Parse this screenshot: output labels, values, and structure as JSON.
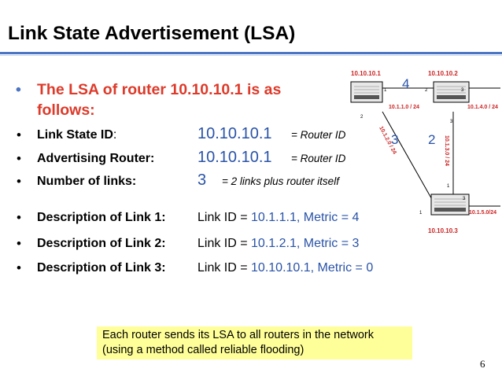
{
  "title": "Link State Advertisement (LSA)",
  "intro": "The LSA of router 10.10.10.1 is as follows:",
  "rows": {
    "link_state_id": {
      "label": "Link State ID",
      "colon": ":",
      "value": "10.10.10.1",
      "note": "= Router ID"
    },
    "advertising_router": {
      "label": "Advertising Router:",
      "value": "10.10.10.1",
      "note": "= Router ID"
    },
    "number_of_links": {
      "label": "Number of links:",
      "value": "3",
      "note": "= 2 links plus router itself"
    }
  },
  "links": [
    {
      "label": "Description of Link 1:",
      "prefix": "Link ID = ",
      "value": "10.1.1.1, Metric = 4"
    },
    {
      "label": "Description of Link 2:",
      "prefix": "Link ID = ",
      "value": "10.1.2.1, Metric = 3"
    },
    {
      "label": "Description of Link 3:",
      "prefix": "Link ID = ",
      "value": "10.10.10.1, Metric = 0"
    }
  ],
  "callout": [
    "Each router sends its LSA to all routers in the network",
    "(using a method called reliable flooding)"
  ],
  "page_number": "6",
  "diagram": {
    "routers": [
      "10.10.10.1",
      "10.10.10.2",
      "10.10.10.3"
    ],
    "networks": [
      "10.1.1.0 / 24",
      "10.1.4.0 / 24",
      "10.1.2.0 / 24",
      "10.1.3.0 / 24",
      "10.1.5.0/24"
    ],
    "metrics": [
      "4",
      "3",
      "2"
    ],
    "ports": [
      "1",
      "2",
      "2",
      "3",
      "3",
      "1",
      "1",
      "3"
    ],
    "colors": {
      "router_label": "#cc2222",
      "metric": "#2953a8",
      "accent_rule": "#4a74c4",
      "callout_bg": "#ffff99"
    }
  }
}
